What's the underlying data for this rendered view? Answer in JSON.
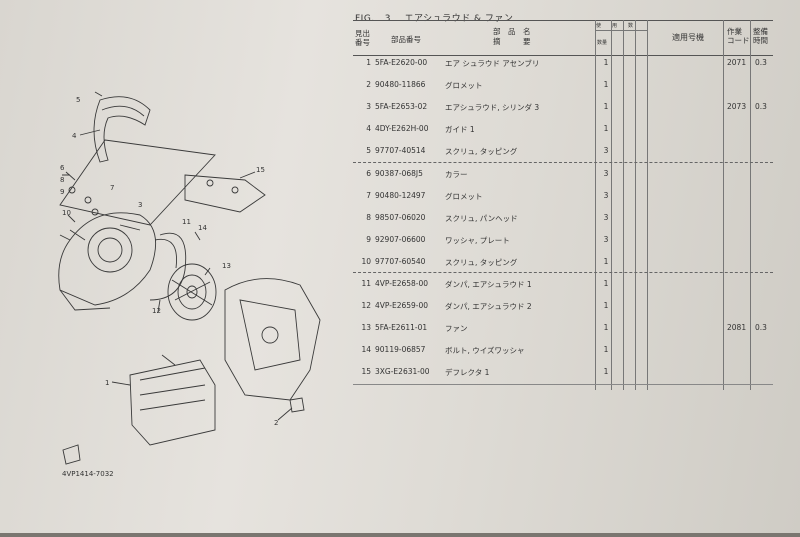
{
  "figure": {
    "label": "FIG.",
    "number": "3",
    "title": "エアシュラウド & ファン"
  },
  "header": {
    "ref_no": "見出\n番号",
    "part_no": "部品番号",
    "part_name": "部　品　名\n摘　　　要",
    "qty": "数量",
    "usage": "使　用　数",
    "model": "適用号機",
    "work_code": "作業\nコード",
    "time": "整備\n時間"
  },
  "rows": [
    {
      "no": "1",
      "part": "5FA-E2620-00",
      "name": "エア シュラウド アセンブリ",
      "qty": "1",
      "code": "2071",
      "time": "0.3"
    },
    {
      "no": "2",
      "part": "90480-11866",
      "name": "グロメット",
      "qty": "1",
      "code": "",
      "time": ""
    },
    {
      "no": "3",
      "part": "5FA-E2653-02",
      "name": "エアシュラウド, シリンダ 3",
      "qty": "1",
      "code": "2073",
      "time": "0.3"
    },
    {
      "no": "4",
      "part": "4DY-E262H-00",
      "name": "ガイド 1",
      "qty": "1",
      "code": "",
      "time": ""
    },
    {
      "no": "5",
      "part": "97707-40514",
      "name": "スクリュ, タッピング",
      "qty": "3",
      "code": "",
      "time": ""
    },
    {
      "no": "6",
      "part": "90387-068J5",
      "name": "カラー",
      "qty": "3",
      "code": "",
      "time": ""
    },
    {
      "no": "7",
      "part": "90480-12497",
      "name": "グロメット",
      "qty": "3",
      "code": "",
      "time": ""
    },
    {
      "no": "8",
      "part": "98507-06020",
      "name": "スクリュ, パンヘッド",
      "qty": "3",
      "code": "",
      "time": ""
    },
    {
      "no": "9",
      "part": "92907-06600",
      "name": "ワッシャ, プレート",
      "qty": "3",
      "code": "",
      "time": ""
    },
    {
      "no": "10",
      "part": "97707-60540",
      "name": "スクリュ, タッピング",
      "qty": "1",
      "code": "",
      "time": ""
    },
    {
      "no": "11",
      "part": "4VP-E2658-00",
      "name": "ダンパ, エアシュラウド 1",
      "qty": "1",
      "code": "",
      "time": ""
    },
    {
      "no": "12",
      "part": "4VP-E2659-00",
      "name": "ダンパ, エアシュラウド 2",
      "qty": "1",
      "code": "",
      "time": ""
    },
    {
      "no": "13",
      "part": "5FA-E2611-01",
      "name": "ファン",
      "qty": "1",
      "code": "2081",
      "time": "0.3"
    },
    {
      "no": "14",
      "part": "90119-06857",
      "name": "ボルト, ウイズワッシャ",
      "qty": "1",
      "code": "",
      "time": ""
    },
    {
      "no": "15",
      "part": "3XG-E2631-00",
      "name": "デフレクタ 1",
      "qty": "1",
      "code": "",
      "time": ""
    }
  ],
  "diagram": {
    "callouts": [
      "1",
      "2",
      "3",
      "4",
      "5",
      "6",
      "7",
      "8",
      "9",
      "10",
      "11",
      "12",
      "13",
      "14",
      "15"
    ],
    "drawing_code": "4VP1414-7032"
  }
}
